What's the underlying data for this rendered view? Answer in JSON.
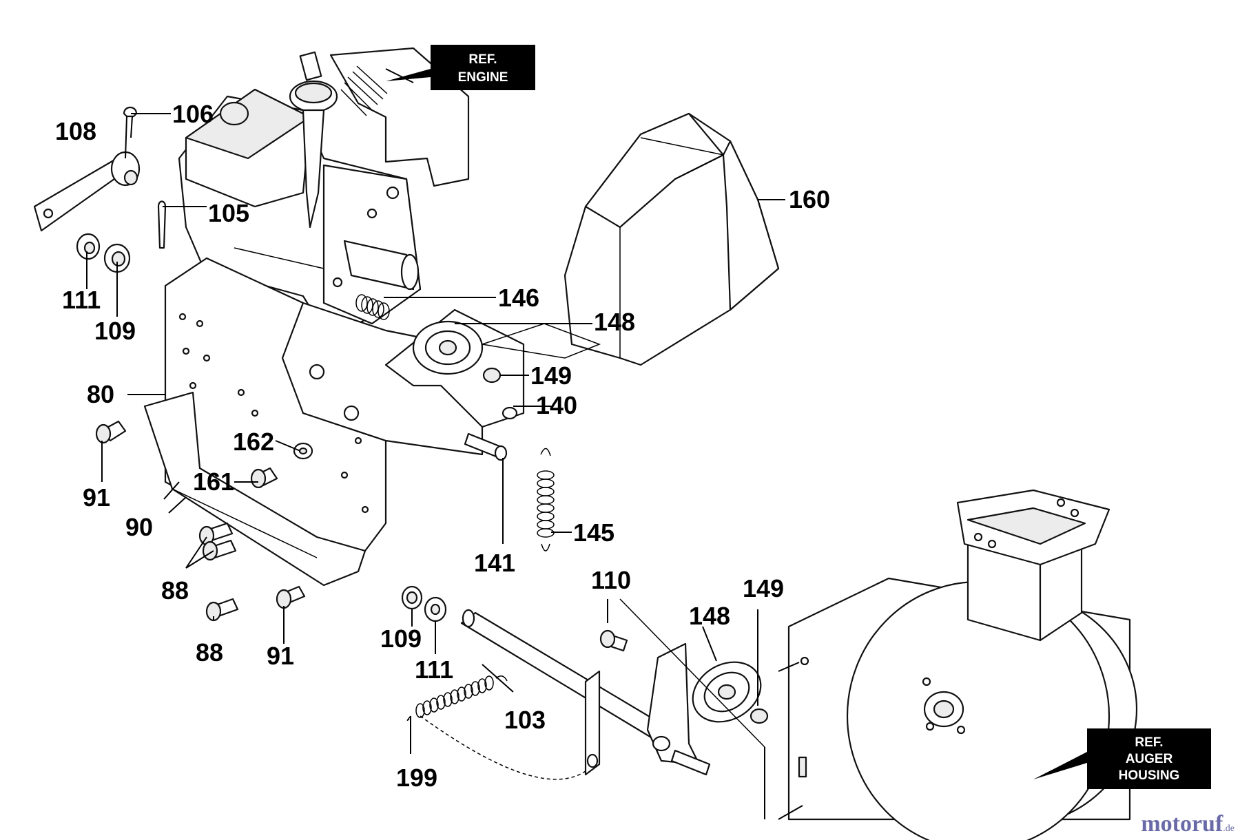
{
  "labels": {
    "p108": "108",
    "p106": "106",
    "p105": "105",
    "p111a": "111",
    "p109a": "109",
    "p80": "80",
    "p91a": "91",
    "p162": "162",
    "p161": "161",
    "p90": "90",
    "p88a": "88",
    "p88b": "88",
    "p91b": "91",
    "p146": "146",
    "p148a": "148",
    "p149a": "149",
    "p140": "140",
    "p141": "141",
    "p145": "145",
    "p160": "160",
    "p109b": "109",
    "p111b": "111",
    "p103": "103",
    "p199": "199",
    "p110": "110",
    "p148b": "148",
    "p149b": "149"
  },
  "ref_engine": {
    "line1": "REF.",
    "line2": "ENGINE"
  },
  "ref_auger": {
    "line1": "REF.",
    "line2": "AUGER",
    "line3": "HOUSING"
  },
  "watermark": {
    "brand": "motoruf",
    "suffix": ".de"
  }
}
